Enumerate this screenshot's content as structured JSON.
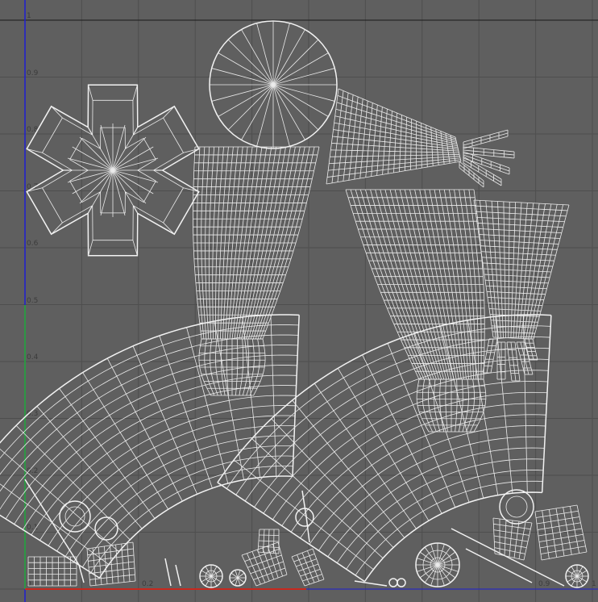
{
  "viewport": {
    "background_color": "#5f5f5f",
    "grid_color": "#4e4e4e",
    "wireframe_color": "#ececec",
    "u_axis_color": "#c8281e",
    "v_axis_color": "#28b428",
    "border_axis_color": "#1e1ed2"
  },
  "axis_labels": {
    "v": [
      "1",
      "0.9",
      "0.8",
      "0.7",
      "0.6",
      "0.5",
      "0.4",
      "0.3",
      "0.2",
      "0.1",
      "0"
    ],
    "u": [
      "0.2",
      "0.9",
      "1"
    ]
  },
  "uv_shells": [
    "circle-cap-shell",
    "flower-cap-shell",
    "torso-shell-left",
    "torso-shell-right",
    "sleeve-shell-top",
    "sleeve-shell-right",
    "skirt-shell-left",
    "skirt-shell-right",
    "small-parts-cluster"
  ]
}
